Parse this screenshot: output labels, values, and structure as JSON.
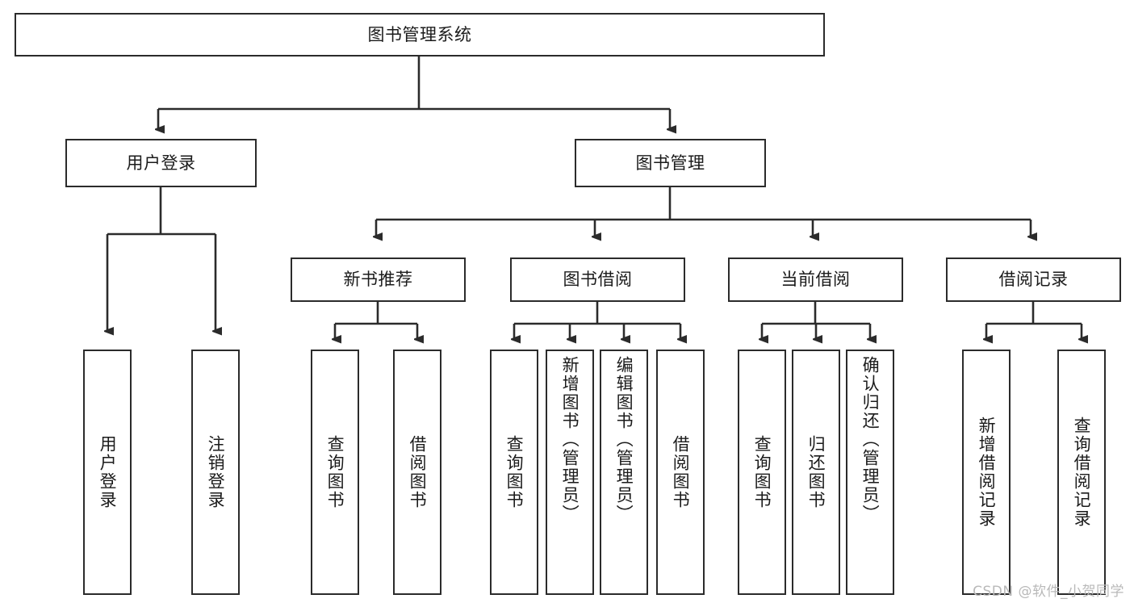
{
  "diagram": {
    "title": "图书管理系统",
    "type": "tree-hierarchy-diagram",
    "colors": {
      "background": "#ffffff",
      "box_border": "#2b2b2b",
      "box_fill": "#ffffff",
      "connector": "#2b2b2b",
      "text": "#1b1b1b",
      "watermark": "#b9b9b9"
    },
    "root": {
      "label": "图书管理系统"
    },
    "level1": [
      {
        "label": "用户登录"
      },
      {
        "label": "图书管理"
      }
    ],
    "level2": [
      {
        "label": "新书推荐"
      },
      {
        "label": "图书借阅"
      },
      {
        "label": "当前借阅"
      },
      {
        "label": "借阅记录"
      }
    ],
    "leaves": {
      "user_login": [
        {
          "label": "用户登录"
        },
        {
          "label": "注销登录"
        }
      ],
      "new_book_recommend": [
        {
          "label": "查询图书"
        },
        {
          "label": "借阅图书"
        }
      ],
      "book_borrow": [
        {
          "label": "查询图书"
        },
        {
          "label": "新增图书（管理员）"
        },
        {
          "label": "编辑图书（管理员）"
        },
        {
          "label": "借阅图书"
        }
      ],
      "current_borrow": [
        {
          "label": "查询图书"
        },
        {
          "label": "归还图书"
        },
        {
          "label": "确认归还（管理员）"
        }
      ],
      "borrow_record": [
        {
          "label": "新增借阅记录"
        },
        {
          "label": "查询借阅记录"
        }
      ]
    }
  },
  "watermark": {
    "text": "CSDN @软件_小贺同学"
  }
}
